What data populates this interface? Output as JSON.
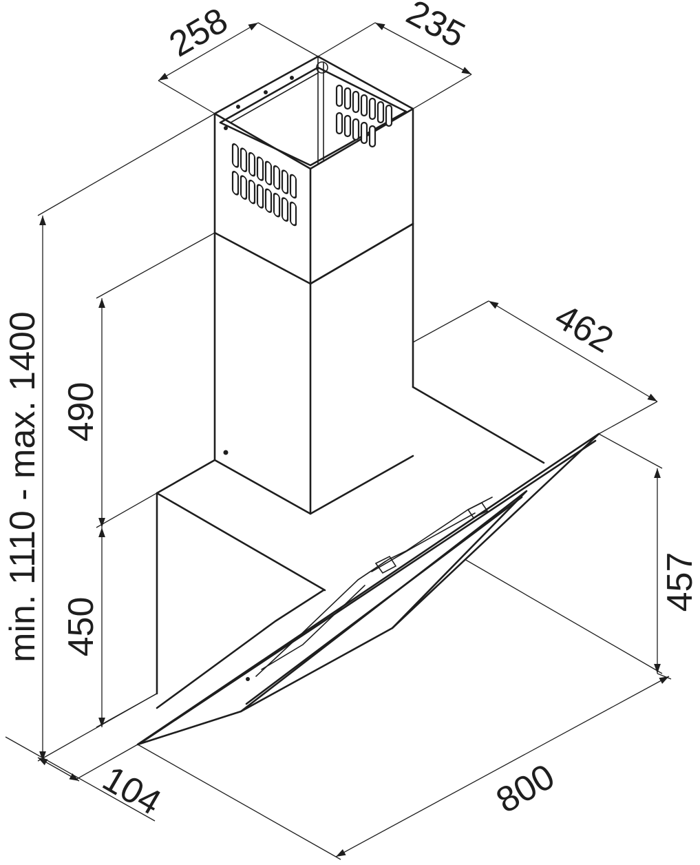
{
  "dimensions": {
    "chimney_width": "258",
    "chimney_depth": "235",
    "hood_depth": "462",
    "upper_chimney_height": "490",
    "lower_body_height": "450",
    "total_height": "min. 1110 - max. 1400",
    "glass_height": "457",
    "glass_offset": "104",
    "overall_width": "800"
  },
  "colors": {
    "line": "#1e1e1e",
    "background": "#ffffff"
  }
}
